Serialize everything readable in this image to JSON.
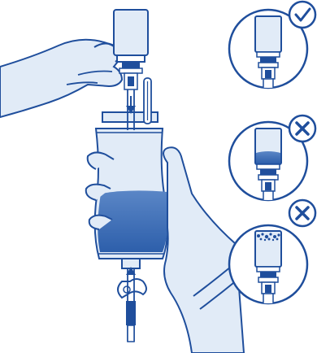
{
  "illustration": {
    "colors": {
      "primary": "#1f4e9c",
      "fill": "#e1ebf7",
      "liquid_top": "#5a86c6",
      "liquid_bottom": "#2d5fab",
      "background": "#ffffff"
    },
    "checks": [
      {
        "status": "correct",
        "icon": "checkmark-icon"
      },
      {
        "status": "incorrect",
        "icon": "x-mark-icon"
      },
      {
        "status": "incorrect",
        "icon": "x-mark-icon"
      }
    ]
  }
}
